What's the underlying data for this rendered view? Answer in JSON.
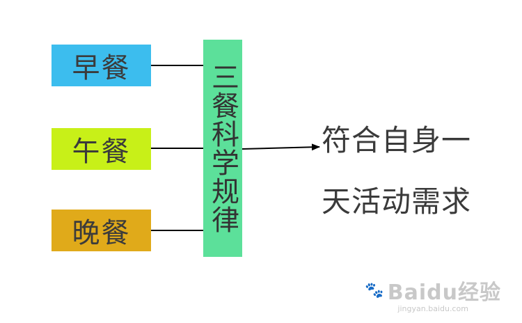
{
  "meals": {
    "breakfast": "早餐",
    "lunch": "午餐",
    "dinner": "晚餐"
  },
  "center": {
    "text": "三餐科学规律"
  },
  "result": {
    "line1": "符合自身一",
    "line2": "天活动需求"
  },
  "watermark": {
    "logo": "Baidu经验",
    "url": "jingyan.baidu.com"
  },
  "colors": {
    "breakfast": "#3cbdee",
    "lunch": "#c8f018",
    "dinner": "#e0aa1a",
    "center": "#5ce09a",
    "text": "#333333",
    "line": "#000000"
  }
}
